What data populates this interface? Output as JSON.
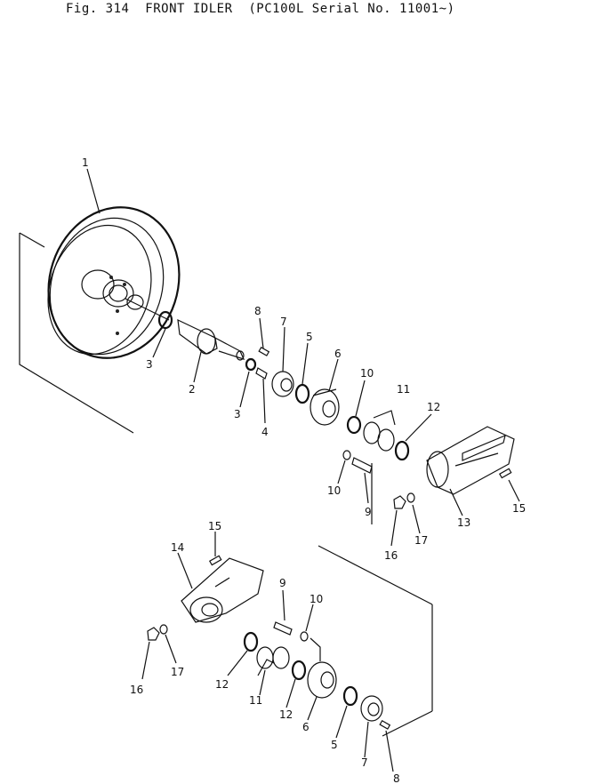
{
  "figure": {
    "number": "Fig. 314",
    "name": "FRONT IDLER",
    "serial": "(PC100L Serial No. 11001~)"
  },
  "callouts": {
    "c1": "1",
    "c2": "2",
    "c3a": "3",
    "c3b": "3",
    "c4": "4",
    "c5a": "5",
    "c6a": "6",
    "c7a": "7",
    "c8a": "8",
    "c9a": "9",
    "c10a": "10",
    "c10b": "10",
    "c11a": "11",
    "c12a": "12",
    "c13": "13",
    "c15a": "15",
    "c16a": "16",
    "c17a": "17",
    "c15b": "15",
    "c14": "14",
    "c9b": "9",
    "c10c": "10",
    "c16b": "16",
    "c17b": "17",
    "c12b": "12",
    "c11b": "11",
    "c12c": "12",
    "c6b": "6",
    "c5b": "5",
    "c7b": "7",
    "c8b": "8"
  }
}
